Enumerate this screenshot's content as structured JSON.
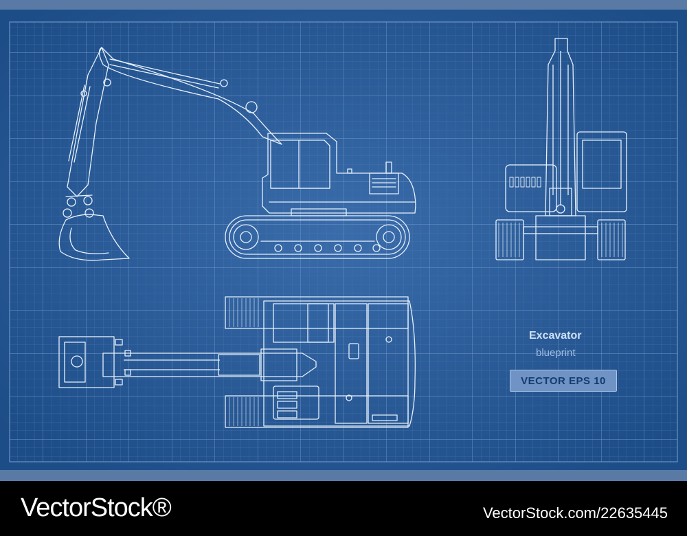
{
  "blueprint": {
    "title": "Excavator",
    "subtitle": "blueprint",
    "badge": "VECTOR EPS 10",
    "colors": {
      "background": "#2a5b95",
      "grid": "#5f88bd",
      "line": "#e8f1fb"
    }
  },
  "footer": {
    "logo": "VectorStock®",
    "image_id": "VectorStock.com/22635445"
  }
}
